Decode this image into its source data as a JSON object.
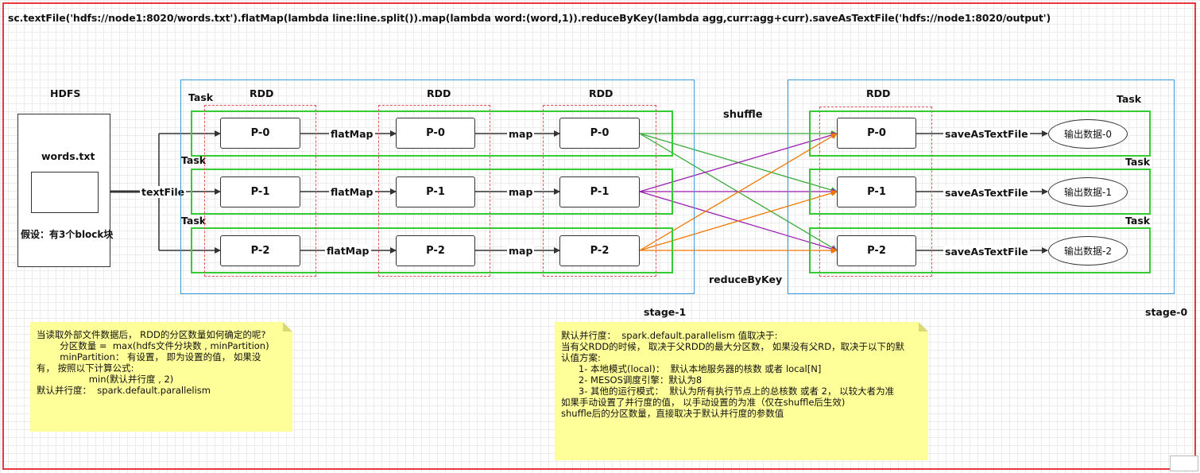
{
  "code_line": "sc.textFile('hdfs://node1:8020/words.txt').flatMap(lambda line:line.split()).map(lambda word:(word,1)).reduceByKey(lambda agg,curr:agg+curr).saveAsTextFile('hdfs://node1:8020/output')",
  "hdfs": {
    "title": "HDFS",
    "file": "words.txt",
    "assumption": "假设：有3个block块"
  },
  "operators": {
    "text_file": "textFile",
    "flat_map": "flatMap",
    "map": "map",
    "shuffle": "shuffle",
    "reduce_by_key": "reduceByKey",
    "save": "saveAsTextFile"
  },
  "rdd_label": "RDD",
  "task_label": "Task",
  "partitions": [
    "P-0",
    "P-1",
    "P-2"
  ],
  "outputs": [
    "输出数据-0",
    "输出数据-1",
    "输出数据-2"
  ],
  "stages": {
    "left": "stage-1",
    "right": "stage-0"
  },
  "note_left": [
    "当读取外部文件数据后， RDD的分区数量如何确定的呢?",
    "        分区数量 =  max(hdfs文件分块数 , minPartition)",
    "",
    "        minPartition： 有设置， 即为设置的值， 如果没",
    "有， 按照以下计算公式:",
    "                  min(默认并行度 , 2)",
    "",
    "默认并行度：  spark.default.parallelism"
  ],
  "note_right": [
    "默认并行度：  spark.default.parallelism 值取决于:",
    "",
    "当有父RDD的时候， 取决于父RDD的最大分区数， 如果没有父RD，取决于以下的默",
    "认值方案:",
    "      1- 本地模式(local)：  默认本地服务器的核数 或者 local[N]",
    "      2- MESOS调度引擎：默认为8",
    "      3- 其他的运行模式：  默认为所有执行节点上的总核数 或者 2， 以较大者为准",
    "",
    "如果手动设置了并行度的值， 以手动设置的为准（仅在shuffle后生效)",
    "",
    "shuffle后的分区数量，直接取决于默认并行度的参数值"
  ],
  "colors": {
    "frame_red": "#e8373f",
    "stage_blue": "#3a9ad9",
    "task_green": "#33cc33",
    "rdd_dashed": "#e05555",
    "edge_green": "#3aaa3a",
    "edge_purple": "#9b1fb0",
    "edge_orange": "#f07800",
    "note_yellow": "#ffff99"
  }
}
